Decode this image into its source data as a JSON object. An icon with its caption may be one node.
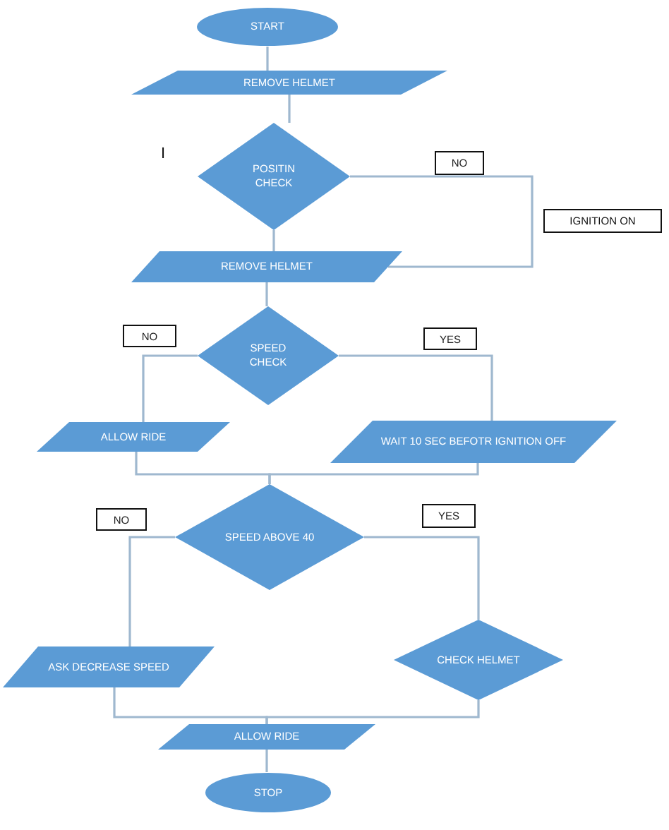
{
  "diagram": {
    "nodes": [
      {
        "text": [
          "START"
        ]
      },
      {
        "text": [
          "REMOVE HELMET"
        ]
      },
      {
        "text": [
          "POSITIN CHECK"
        ]
      },
      {
        "text": [
          "REMOVE HELMET"
        ]
      },
      {
        "text": [
          "SPEED CHECK"
        ]
      },
      {
        "text": [
          "ALLOW RIDE"
        ]
      },
      {
        "text": [
          "WAIT 10 SEC BEFOTR IGNITION OFF"
        ]
      },
      {
        "text": [
          "SPEED ABOVE 40"
        ]
      },
      {
        "text": [
          "ASK DECREASE SPEED"
        ]
      },
      {
        "text": [
          "CHECK HELMET"
        ]
      },
      {
        "text": [
          "ALLOW RIDE"
        ]
      },
      {
        "text": [
          "STOP"
        ]
      }
    ],
    "edges": [
      {
        "from": 0,
        "to": 1,
        "arrow": "none"
      },
      {
        "from": 1,
        "to": 2,
        "arrow": "none"
      },
      {
        "from": 2,
        "to": 3,
        "arrow": "none"
      },
      {
        "from": 2,
        "to": 3,
        "arrow": "none",
        "label": "NO"
      },
      {
        "from": 3,
        "to": 4,
        "arrow": "none"
      },
      {
        "from": 4,
        "to": 5,
        "arrow": "none",
        "label": "NO"
      },
      {
        "from": 4,
        "to": 6,
        "arrow": "none",
        "label": "YES"
      },
      {
        "from": 5,
        "to": 7,
        "arrow": "none"
      },
      {
        "from": 6,
        "to": 7,
        "arrow": "none"
      },
      {
        "from": 7,
        "to": 8,
        "arrow": "none",
        "label": "NO"
      },
      {
        "from": 7,
        "to": 9,
        "arrow": "none",
        "label": "YES"
      },
      {
        "from": 8,
        "to": 10,
        "arrow": "none"
      },
      {
        "from": 9,
        "to": 10,
        "arrow": "none"
      },
      {
        "from": 10,
        "to": 11,
        "arrow": "none"
      }
    ],
    "labels": [
      "I",
      "IGNITION ON"
    ]
  }
}
